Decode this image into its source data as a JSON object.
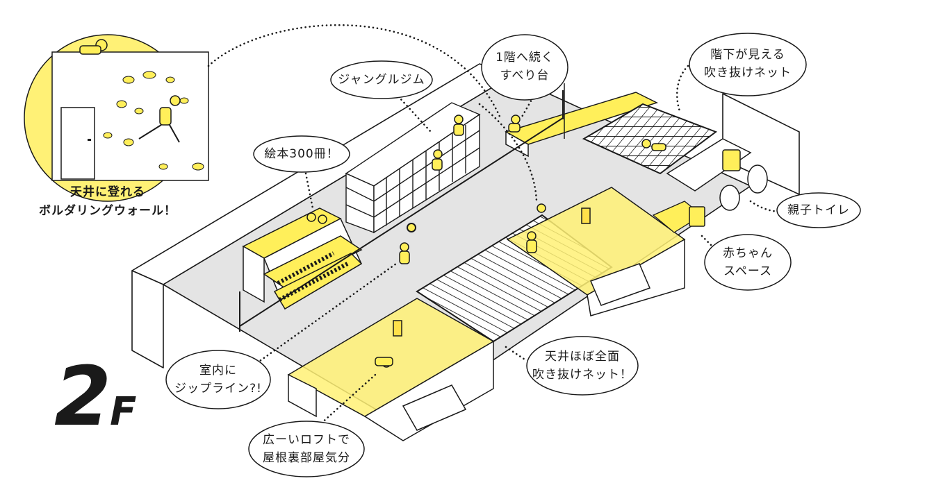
{
  "floor": {
    "number": "2",
    "suffix": "F"
  },
  "callouts": {
    "bouldering": {
      "line1": "天井に登れる",
      "line2": "ボルダリングウォール！"
    },
    "jungle_gym": {
      "line1": "ジャングルジム"
    },
    "slide": {
      "line1": "1階へ続く",
      "line2": "すべり台"
    },
    "net_view": {
      "line1": "階下が見える",
      "line2": "吹き抜けネット"
    },
    "picture_books": {
      "line1": "絵本300冊！"
    },
    "family_toilet": {
      "line1": "親子トイレ"
    },
    "baby_space": {
      "line1": "赤ちゃん",
      "line2": "スペース"
    },
    "ceiling_net": {
      "line1": "天井ほぼ全面",
      "line2": "吹き抜けネット！"
    },
    "zipline": {
      "line1": "室内に",
      "line2": "ジップライン?!"
    },
    "loft": {
      "line1": "広ーいロフトで",
      "line2": "屋根裏部屋気分"
    }
  },
  "colors": {
    "accent": "#fff176",
    "accent_strong": "#ffef5a",
    "floor": "#e4e4e4",
    "ink": "#1a1a1a"
  },
  "icons": [
    "person-figure-icon",
    "climbing-hold-icon",
    "door-icon",
    "toilet-icon",
    "sink-icon"
  ]
}
